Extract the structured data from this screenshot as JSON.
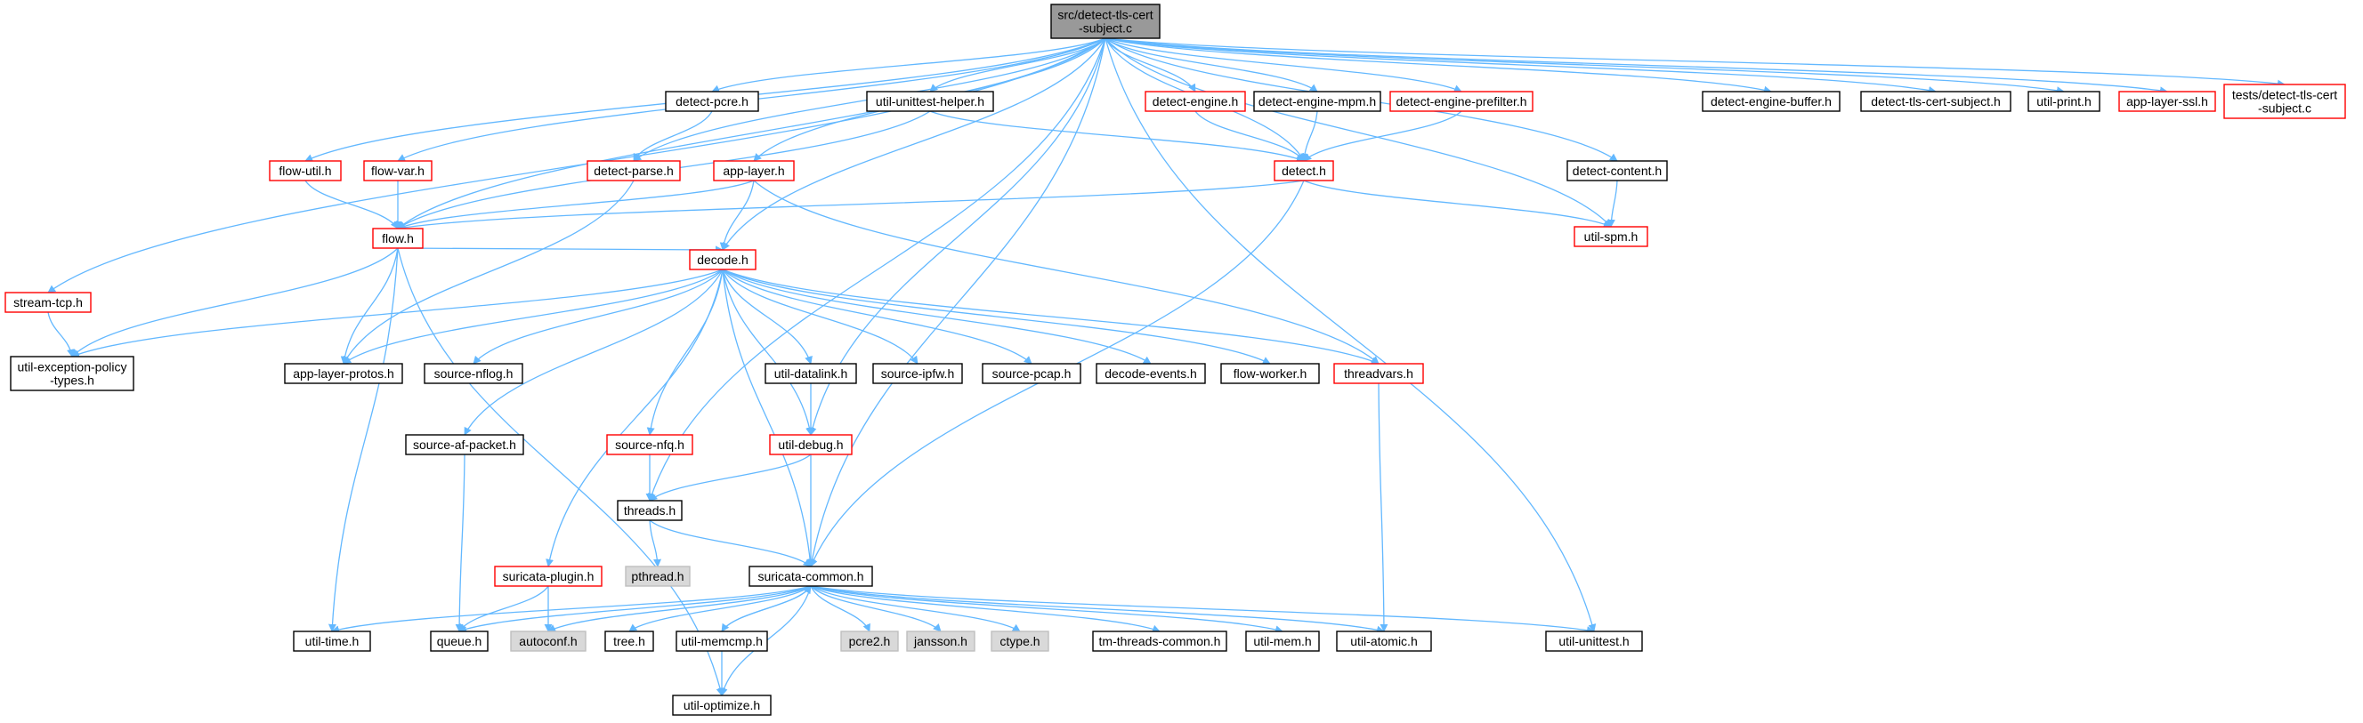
{
  "colors": {
    "edge": "#63b8ff",
    "normal_border": "#000000",
    "incomplete_border": "#ff0000",
    "root_fill": "#999999",
    "system_fill": "#d9d9d9",
    "node_fill": "#ffffff"
  },
  "nodes": [
    {
      "id": "root",
      "lines": [
        "src/detect-tls-cert",
        "-subject.c"
      ],
      "style": "root"
    },
    {
      "id": "stream-tcp",
      "lines": [
        "stream-tcp.h"
      ],
      "style": "incomplete"
    },
    {
      "id": "flow-util",
      "lines": [
        "flow-util.h"
      ],
      "style": "incomplete"
    },
    {
      "id": "flow-var",
      "lines": [
        "flow-var.h"
      ],
      "style": "incomplete"
    },
    {
      "id": "flow",
      "lines": [
        "flow.h"
      ],
      "style": "incomplete"
    },
    {
      "id": "detect-pcre",
      "lines": [
        "detect-pcre.h"
      ],
      "style": "normal"
    },
    {
      "id": "detect-parse",
      "lines": [
        "detect-parse.h"
      ],
      "style": "incomplete"
    },
    {
      "id": "app-layer",
      "lines": [
        "app-layer.h"
      ],
      "style": "incomplete"
    },
    {
      "id": "util-unittest-helper",
      "lines": [
        "util-unittest-helper.h"
      ],
      "style": "normal"
    },
    {
      "id": "detect-engine",
      "lines": [
        "detect-engine.h"
      ],
      "style": "incomplete"
    },
    {
      "id": "detect-engine-mpm",
      "lines": [
        "detect-engine-mpm.h"
      ],
      "style": "normal"
    },
    {
      "id": "detect-engine-prefilter",
      "lines": [
        "detect-engine-prefilter.h"
      ],
      "style": "incomplete"
    },
    {
      "id": "detect",
      "lines": [
        "detect.h"
      ],
      "style": "incomplete"
    },
    {
      "id": "detect-content",
      "lines": [
        "detect-content.h"
      ],
      "style": "normal"
    },
    {
      "id": "util-spm",
      "lines": [
        "util-spm.h"
      ],
      "style": "incomplete"
    },
    {
      "id": "detect-engine-buffer",
      "lines": [
        "detect-engine-buffer.h"
      ],
      "style": "normal"
    },
    {
      "id": "detect-tls-cert-subject",
      "lines": [
        "detect-tls-cert-subject.h"
      ],
      "style": "normal"
    },
    {
      "id": "util-print",
      "lines": [
        "util-print.h"
      ],
      "style": "normal"
    },
    {
      "id": "app-layer-ssl",
      "lines": [
        "app-layer-ssl.h"
      ],
      "style": "incomplete"
    },
    {
      "id": "tests-detect",
      "lines": [
        "tests/detect-tls-cert",
        "-subject.c"
      ],
      "style": "incomplete"
    },
    {
      "id": "decode",
      "lines": [
        "decode.h"
      ],
      "style": "incomplete"
    },
    {
      "id": "util-exception-policy",
      "lines": [
        "util-exception-policy",
        "-types.h"
      ],
      "style": "normal"
    },
    {
      "id": "app-layer-protos",
      "lines": [
        "app-layer-protos.h"
      ],
      "style": "normal"
    },
    {
      "id": "source-nflog",
      "lines": [
        "source-nflog.h"
      ],
      "style": "normal"
    },
    {
      "id": "util-datalink",
      "lines": [
        "util-datalink.h"
      ],
      "style": "normal"
    },
    {
      "id": "source-ipfw",
      "lines": [
        "source-ipfw.h"
      ],
      "style": "normal"
    },
    {
      "id": "source-pcap",
      "lines": [
        "source-pcap.h"
      ],
      "style": "normal"
    },
    {
      "id": "decode-events",
      "lines": [
        "decode-events.h"
      ],
      "style": "normal"
    },
    {
      "id": "flow-worker",
      "lines": [
        "flow-worker.h"
      ],
      "style": "normal"
    },
    {
      "id": "threadvars",
      "lines": [
        "threadvars.h"
      ],
      "style": "incomplete"
    },
    {
      "id": "source-af-packet",
      "lines": [
        "source-af-packet.h"
      ],
      "style": "normal"
    },
    {
      "id": "source-nfq",
      "lines": [
        "source-nfq.h"
      ],
      "style": "incomplete"
    },
    {
      "id": "util-debug",
      "lines": [
        "util-debug.h"
      ],
      "style": "incomplete"
    },
    {
      "id": "threads",
      "lines": [
        "threads.h"
      ],
      "style": "normal"
    },
    {
      "id": "pthread",
      "lines": [
        "pthread.h"
      ],
      "style": "system"
    },
    {
      "id": "suricata-plugin",
      "lines": [
        "suricata-plugin.h"
      ],
      "style": "incomplete"
    },
    {
      "id": "suricata-common",
      "lines": [
        "suricata-common.h"
      ],
      "style": "normal"
    },
    {
      "id": "util-time",
      "lines": [
        "util-time.h"
      ],
      "style": "normal"
    },
    {
      "id": "queue",
      "lines": [
        "queue.h"
      ],
      "style": "normal"
    },
    {
      "id": "autoconf",
      "lines": [
        "autoconf.h"
      ],
      "style": "system"
    },
    {
      "id": "tree",
      "lines": [
        "tree.h"
      ],
      "style": "normal"
    },
    {
      "id": "util-memcmp",
      "lines": [
        "util-memcmp.h"
      ],
      "style": "normal"
    },
    {
      "id": "pcre2",
      "lines": [
        "pcre2.h"
      ],
      "style": "system"
    },
    {
      "id": "jansson",
      "lines": [
        "jansson.h"
      ],
      "style": "system"
    },
    {
      "id": "ctype",
      "lines": [
        "ctype.h"
      ],
      "style": "system"
    },
    {
      "id": "tm-threads-common",
      "lines": [
        "tm-threads-common.h"
      ],
      "style": "normal"
    },
    {
      "id": "util-mem",
      "lines": [
        "util-mem.h"
      ],
      "style": "normal"
    },
    {
      "id": "util-atomic",
      "lines": [
        "util-atomic.h"
      ],
      "style": "normal"
    },
    {
      "id": "util-unittest",
      "lines": [
        "util-unittest.h"
      ],
      "style": "normal"
    },
    {
      "id": "util-optimize",
      "lines": [
        "util-optimize.h"
      ],
      "style": "normal"
    }
  ],
  "edges": [
    [
      "root",
      "stream-tcp"
    ],
    [
      "root",
      "flow-util"
    ],
    [
      "root",
      "flow-var"
    ],
    [
      "root",
      "flow"
    ],
    [
      "root",
      "threads"
    ],
    [
      "root",
      "detect-pcre"
    ],
    [
      "root",
      "detect-parse"
    ],
    [
      "root",
      "app-layer"
    ],
    [
      "root",
      "decode"
    ],
    [
      "root",
      "util-unittest-helper"
    ],
    [
      "root",
      "suricata-common"
    ],
    [
      "root",
      "util-debug"
    ],
    [
      "root",
      "detect-engine"
    ],
    [
      "root",
      "detect"
    ],
    [
      "root",
      "detect-engine-mpm"
    ],
    [
      "root",
      "detect-engine-prefilter"
    ],
    [
      "root",
      "util-spm"
    ],
    [
      "root",
      "detect-content"
    ],
    [
      "root",
      "util-unittest"
    ],
    [
      "root",
      "detect-engine-buffer"
    ],
    [
      "root",
      "detect-tls-cert-subject"
    ],
    [
      "root",
      "util-print"
    ],
    [
      "root",
      "app-layer-ssl"
    ],
    [
      "root",
      "tests-detect"
    ],
    [
      "stream-tcp",
      "util-exception-policy"
    ],
    [
      "flow-util",
      "flow"
    ],
    [
      "flow-var",
      "flow"
    ],
    [
      "flow",
      "util-exception-policy"
    ],
    [
      "flow",
      "app-layer-protos"
    ],
    [
      "flow",
      "decode"
    ],
    [
      "flow",
      "util-time"
    ],
    [
      "flow",
      "util-optimize"
    ],
    [
      "detect-pcre",
      "detect-parse"
    ],
    [
      "detect-parse",
      "app-layer-protos"
    ],
    [
      "app-layer",
      "flow"
    ],
    [
      "app-layer",
      "decode"
    ],
    [
      "app-layer",
      "threadvars"
    ],
    [
      "util-unittest-helper",
      "flow"
    ],
    [
      "util-unittest-helper",
      "detect"
    ],
    [
      "detect-engine",
      "detect"
    ],
    [
      "detect-engine-mpm",
      "detect"
    ],
    [
      "detect-engine-prefilter",
      "detect"
    ],
    [
      "detect",
      "flow"
    ],
    [
      "detect",
      "util-spm"
    ],
    [
      "detect",
      "suricata-common"
    ],
    [
      "detect-content",
      "util-spm"
    ],
    [
      "decode",
      "util-exception-policy"
    ],
    [
      "decode",
      "app-layer-protos"
    ],
    [
      "decode",
      "source-nflog"
    ],
    [
      "decode",
      "util-datalink"
    ],
    [
      "decode",
      "source-ipfw"
    ],
    [
      "decode",
      "source-pcap"
    ],
    [
      "decode",
      "decode-events"
    ],
    [
      "decode",
      "flow-worker"
    ],
    [
      "decode",
      "threadvars"
    ],
    [
      "decode",
      "source-af-packet"
    ],
    [
      "decode",
      "source-nfq"
    ],
    [
      "decode",
      "util-debug"
    ],
    [
      "decode",
      "suricata-plugin"
    ],
    [
      "decode",
      "suricata-common"
    ],
    [
      "util-datalink",
      "util-debug"
    ],
    [
      "source-nfq",
      "threads"
    ],
    [
      "source-af-packet",
      "queue"
    ],
    [
      "util-debug",
      "threads"
    ],
    [
      "util-debug",
      "suricata-common"
    ],
    [
      "threadvars",
      "util-atomic"
    ],
    [
      "threads",
      "pthread"
    ],
    [
      "threads",
      "suricata-common"
    ],
    [
      "suricata-plugin",
      "queue"
    ],
    [
      "suricata-plugin",
      "autoconf"
    ],
    [
      "suricata-common",
      "util-time"
    ],
    [
      "suricata-common",
      "queue"
    ],
    [
      "suricata-common",
      "autoconf"
    ],
    [
      "suricata-common",
      "tree"
    ],
    [
      "suricata-common",
      "util-memcmp"
    ],
    [
      "suricata-common",
      "pcre2"
    ],
    [
      "suricata-common",
      "jansson"
    ],
    [
      "suricata-common",
      "ctype"
    ],
    [
      "suricata-common",
      "tm-threads-common"
    ],
    [
      "suricata-common",
      "util-mem"
    ],
    [
      "suricata-common",
      "util-atomic"
    ],
    [
      "suricata-common",
      "util-unittest"
    ],
    [
      "suricata-common",
      "util-optimize"
    ],
    [
      "util-memcmp",
      "suricata-common"
    ],
    [
      "util-memcmp",
      "util-optimize"
    ]
  ]
}
